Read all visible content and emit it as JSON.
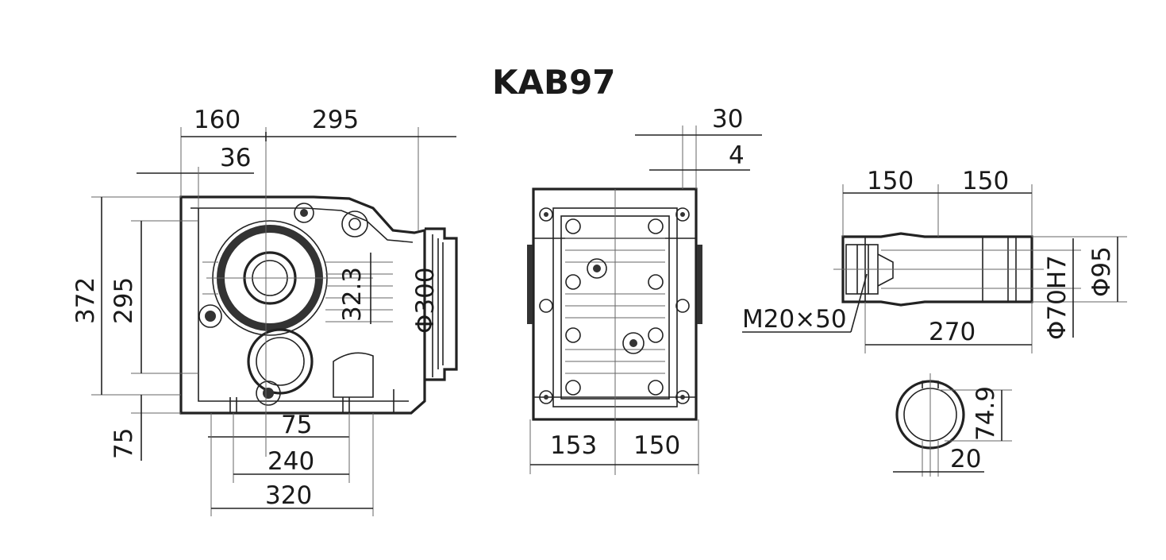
{
  "title": "KAB97",
  "front_view": {
    "top_left_width": "160",
    "top_right_width": "295",
    "flange_offset": "36",
    "total_height": "372",
    "body_height": "295",
    "shaft_center_height": "32.3",
    "flange_diameter": "Φ300",
    "foot_height": "75",
    "foot_hole_spacing": "75",
    "foot_width": "240",
    "base_width": "320"
  },
  "side_view": {
    "flange_thickness": "30",
    "spigot_depth": "4",
    "left_width": "153",
    "right_width": "150"
  },
  "shaft_view": {
    "left_length": "150",
    "right_length": "150",
    "outer_diameter": "Φ95",
    "bore_diameter": "Φ70H7",
    "thread": "M20×50",
    "shaft_length": "270"
  },
  "keyway_section": {
    "key_depth": "74.9",
    "key_width": "20"
  }
}
